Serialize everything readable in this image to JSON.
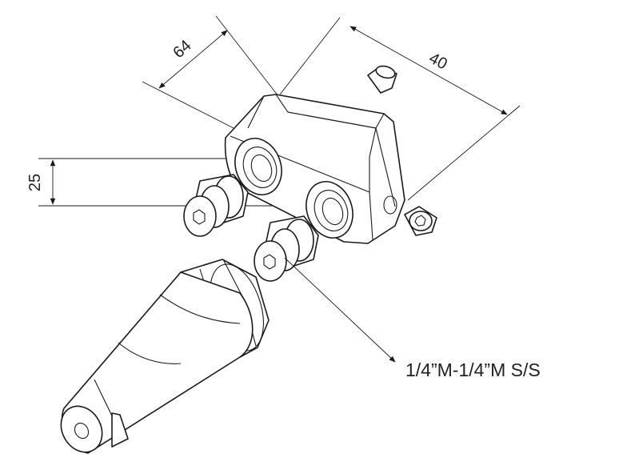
{
  "diagram": {
    "dimensions": {
      "length": "64",
      "width": "40",
      "height": "25"
    },
    "callout": "1/4”M-1/4”M S/S"
  }
}
